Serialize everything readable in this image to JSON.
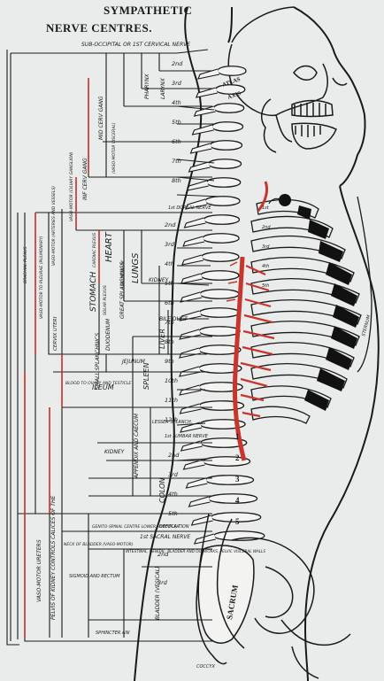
{
  "title": {
    "line1": "SYMPATHETIC",
    "line2": "NERVE CENTRES."
  },
  "header_note": "SUB-OCCIPITAL OR 1ST CERVICAL NERVE",
  "colors": {
    "ink": "#1a1a1a",
    "nerve_red": "#c8352c",
    "paper": "#e9eceb"
  },
  "vertebra_labels": {
    "cervical": [
      "2nd",
      "3rd",
      "4th",
      "5th",
      "6th",
      "7th",
      "8th"
    ],
    "dorsal_first": "1st DORSAL NERVE",
    "dorsal": [
      "2nd",
      "3rd",
      "4th",
      "5th",
      "6th",
      "7th",
      "8th",
      "9th",
      "10th",
      "11th",
      "12th"
    ],
    "lumbar_first": "1st LUMBAR NERVE",
    "lumbar": [
      "2nd",
      "3rd",
      "4th",
      "5th"
    ],
    "sacral_first": "1st SACRAL NERVE",
    "sacral": [
      "2nd",
      "3rd"
    ]
  },
  "bone_labels": {
    "atlas": "ATLAS",
    "axis": "AXIS",
    "sacrum": "SACRUM",
    "coccyx": "COCCYX",
    "lumbar_numbers": [
      "1",
      "2",
      "3",
      "4",
      "5"
    ],
    "rib_labels": [
      "1st",
      "2nd",
      "3rd",
      "4th",
      "5th"
    ],
    "sternum": "STERNUM"
  },
  "organs": {
    "larynx": "LARYNX",
    "pharynx": "PHARYNX",
    "mid_cerv_gang": "MID CERV GANG",
    "mid_cerv_sub": "(VASO-MOTOR VISCERAL)",
    "inf_cerv_gang": "INF CERV GANG",
    "heart": "HEART",
    "heart_sub": "CARDIAC PLEXUS",
    "lungs": "LUNGS",
    "lungs_sub": "PULMONARY",
    "stomach": "STOMACH",
    "stomach_sub": "SOLAR PLEXUS",
    "great_splanchnics": "GREAT SPLANCHNICS",
    "kidney": "KIDNEY",
    "kidney_lower": "KIDNEY",
    "bile_duct": "BILE DUCT",
    "liver": "LIVER",
    "duodenum": "DUODENUM",
    "jejunum": "JEJUNUM",
    "spleen": "SPLEEN",
    "small_splanchnics": "SMALL SPLANCHNICS",
    "cervix_uteri": "CERVIX UTERI",
    "blood_ovary": "BLOOD TO OVARY AND TESTICLE",
    "ileum": "ILEUM",
    "lesser_splanchnics": "LESSER SPLANCH.",
    "appendix_caecum": "APPENDIX AND CAECUM",
    "colon": "COLON",
    "genito_spinal": "GENITO-SPINAL CENTRE LOWER HYPO PLEX.",
    "defecation": "DEFECA-TION",
    "neck_bladder": "NECK OF BLADDER (VASO-MOTOR)",
    "intestinal": "INTESTINAL, GENITAL, BLADDER AND OUTWORKS, PELVIC VISCERAL WALLS",
    "sigmoid_rectum": "SIGMOID AND RECTUM",
    "vaso_motor_ureters": "VASO-MOTOR URETERS",
    "bladder": "BLADDER (VESICAL)",
    "sphincter_ani": "SPHINCTER ANI",
    "pelvis_kidney": "PELVIS OF KIDNEY CONTROLS CALICES OF THE",
    "vaso_motor_ciliary": "VASO-MOTOR (CILIARY GANGLION)",
    "brachial_plexus": "BRACHIAL PLEXUS",
    "vaso_motor_vessels": "VASO-MOTOR (ARTERIES AND VESSELS)",
    "vaso_motor_pulmonary": "VASO-MOTOR TO PLEURAE (PULMONARY)",
    "kidney_small": "KIDNEY"
  }
}
